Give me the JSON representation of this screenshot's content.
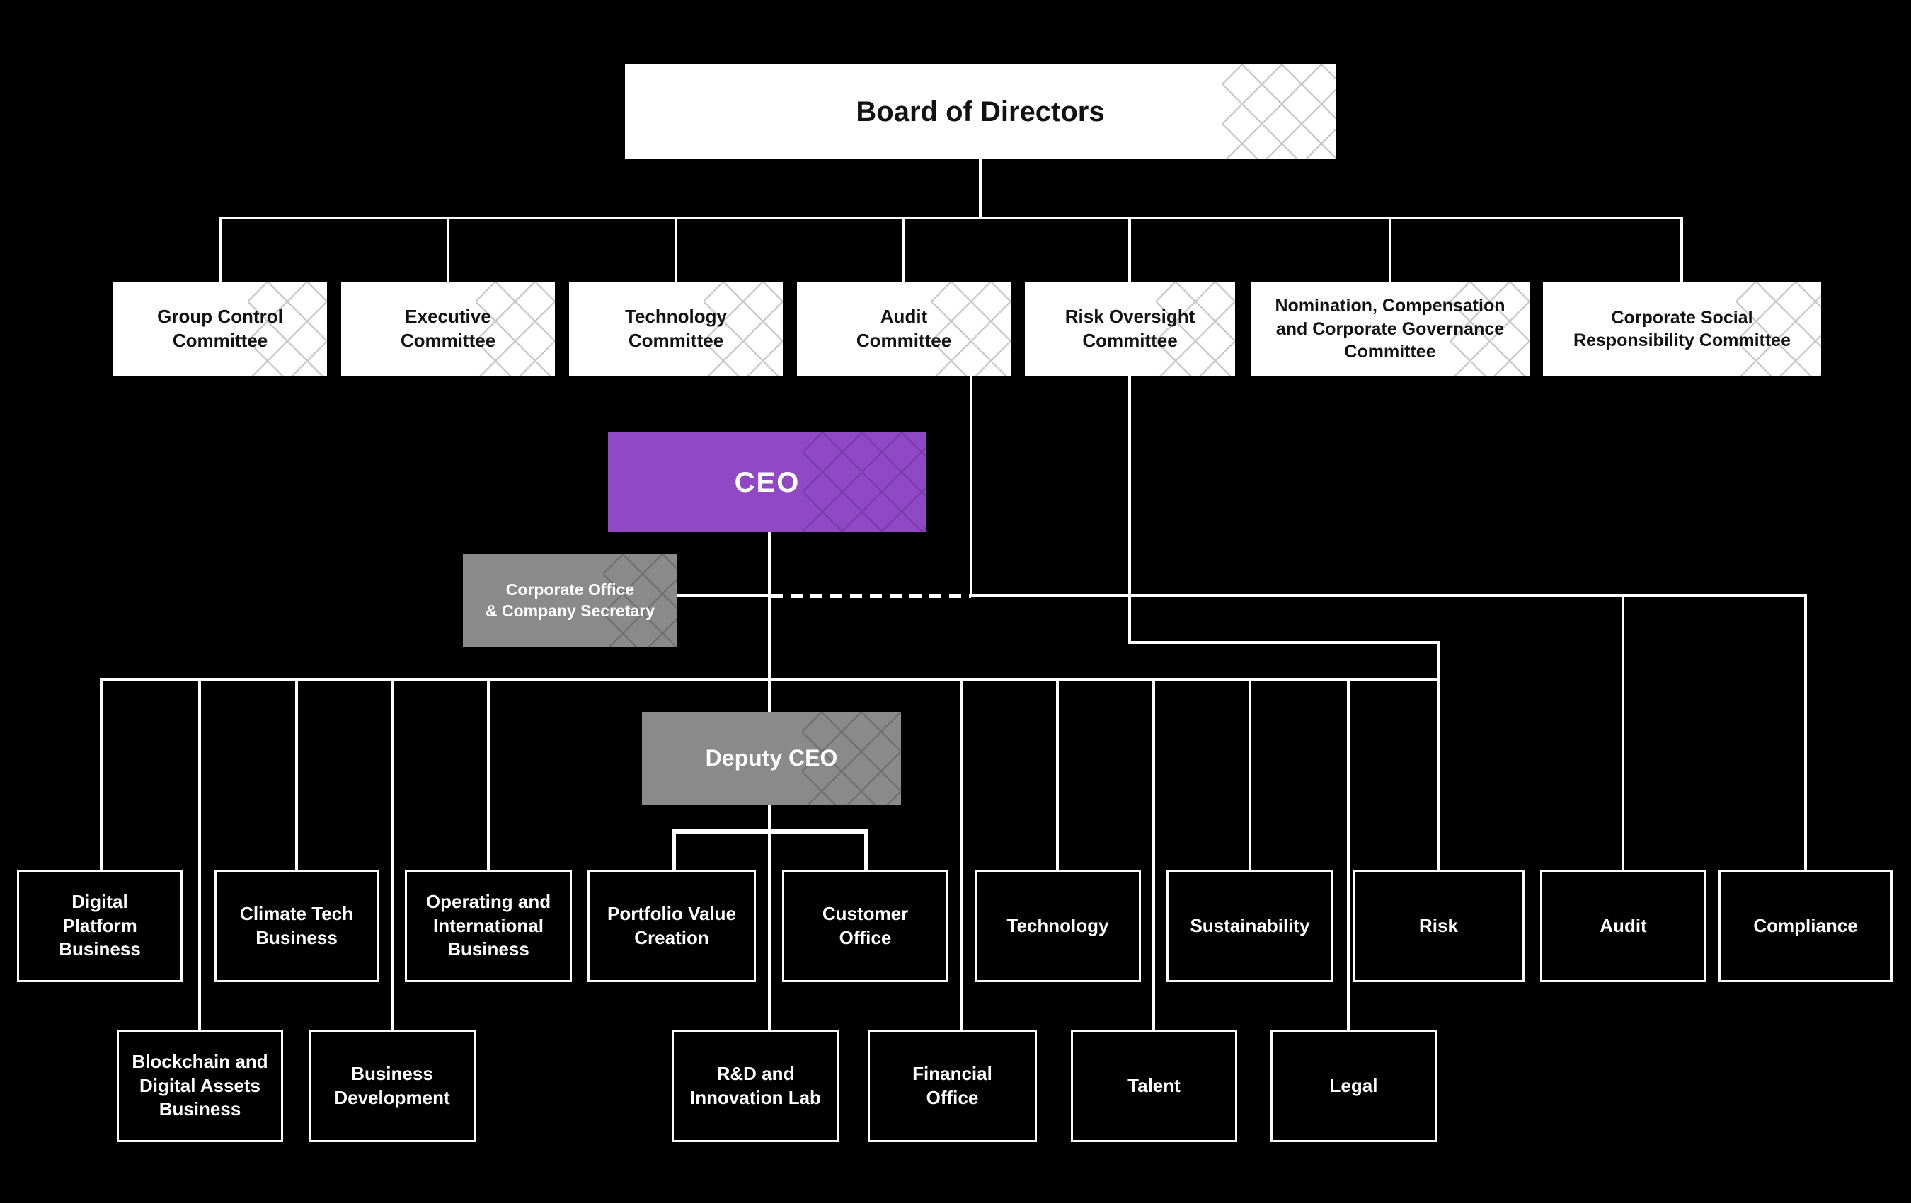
{
  "colors": {
    "background": "#000000",
    "box_white": "#ffffff",
    "box_purple": "#9048c4",
    "box_gray": "#8a8a8a",
    "connector": "#ffffff",
    "text_on_white": "#121212",
    "text_on_dark": "#ffffff"
  },
  "board": {
    "label": "Board of Directors"
  },
  "committees": [
    {
      "label": "Group Control\nCommittee"
    },
    {
      "label": "Executive\nCommittee"
    },
    {
      "label": "Technology\nCommittee"
    },
    {
      "label": "Audit\nCommittee"
    },
    {
      "label": "Risk Oversight\nCommittee"
    },
    {
      "label": "Nomination, Compensation\nand Corporate Governance\nCommittee"
    },
    {
      "label": "Corporate Social\nResponsibility Committee"
    }
  ],
  "executives": {
    "ceo": {
      "label": "CEO"
    },
    "corporate_office": {
      "label": "Corporate Office\n& Company Secretary"
    },
    "deputy_ceo": {
      "label": "Deputy CEO"
    }
  },
  "divisions_row1": [
    {
      "label": "Digital\nPlatform\nBusiness"
    },
    {
      "label": "Climate Tech\nBusiness"
    },
    {
      "label": "Operating and\nInternational\nBusiness"
    },
    {
      "label": "Portfolio Value\nCreation"
    },
    {
      "label": "Customer\nOffice"
    },
    {
      "label": "Technology"
    },
    {
      "label": "Sustainability"
    },
    {
      "label": "Risk"
    },
    {
      "label": "Audit"
    },
    {
      "label": "Compliance"
    }
  ],
  "divisions_row2": [
    {
      "label": "Blockchain and\nDigital Assets\nBusiness"
    },
    {
      "label": "Business\nDevelopment"
    },
    {
      "label": "R&D and\nInnovation Lab"
    },
    {
      "label": "Financial\nOffice"
    },
    {
      "label": "Talent"
    },
    {
      "label": "Legal"
    }
  ]
}
